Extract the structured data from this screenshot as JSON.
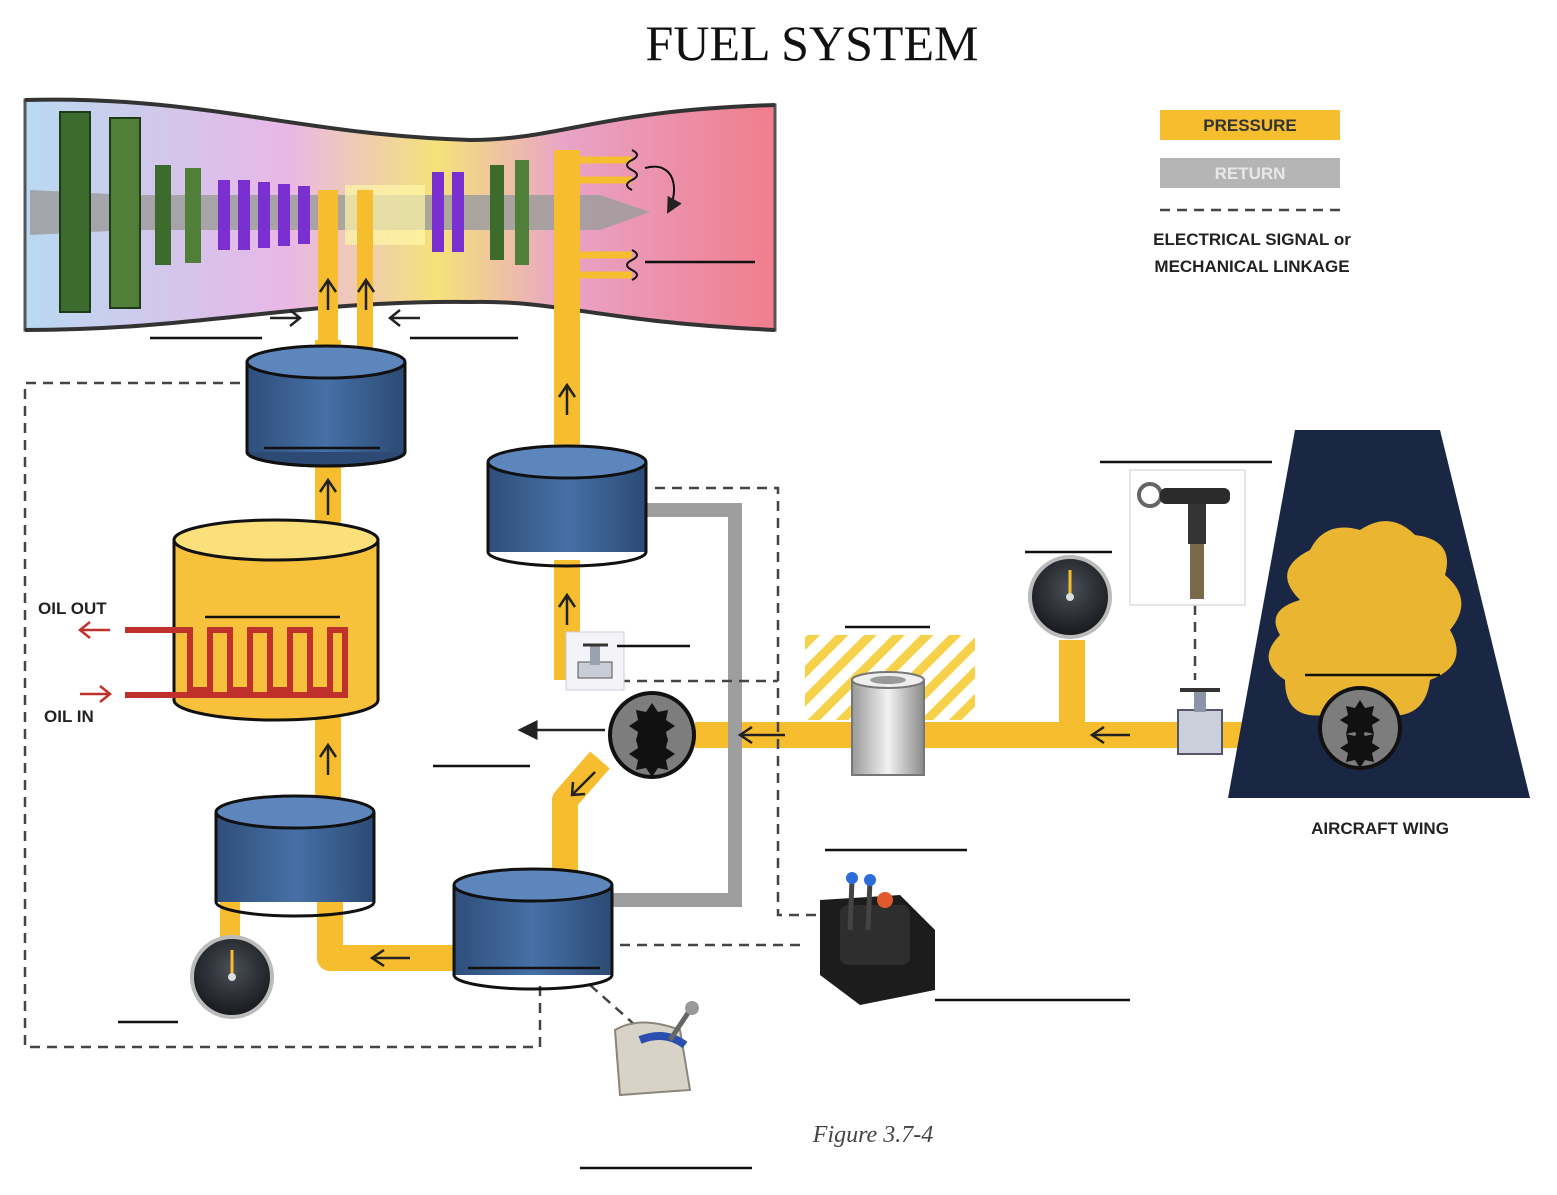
{
  "title": "FUEL SYSTEM",
  "legend": {
    "pressure": "PRESSURE",
    "return": "RETURN",
    "signal_line1": "ELECTRICAL SIGNAL or",
    "signal_line2": "MECHANICAL LINKAGE"
  },
  "labels": {
    "oil_out": "OIL OUT",
    "oil_in": "OIL IN",
    "aircraft_wing": "AIRCRAFT WING"
  },
  "caption": "Figure 3.7-4",
  "colors": {
    "pressure": "#f6bd2f",
    "return": "#b5b5b5",
    "tank_blue": "#3f6394",
    "oil": "#c0312b",
    "wing": "#1a2744"
  }
}
